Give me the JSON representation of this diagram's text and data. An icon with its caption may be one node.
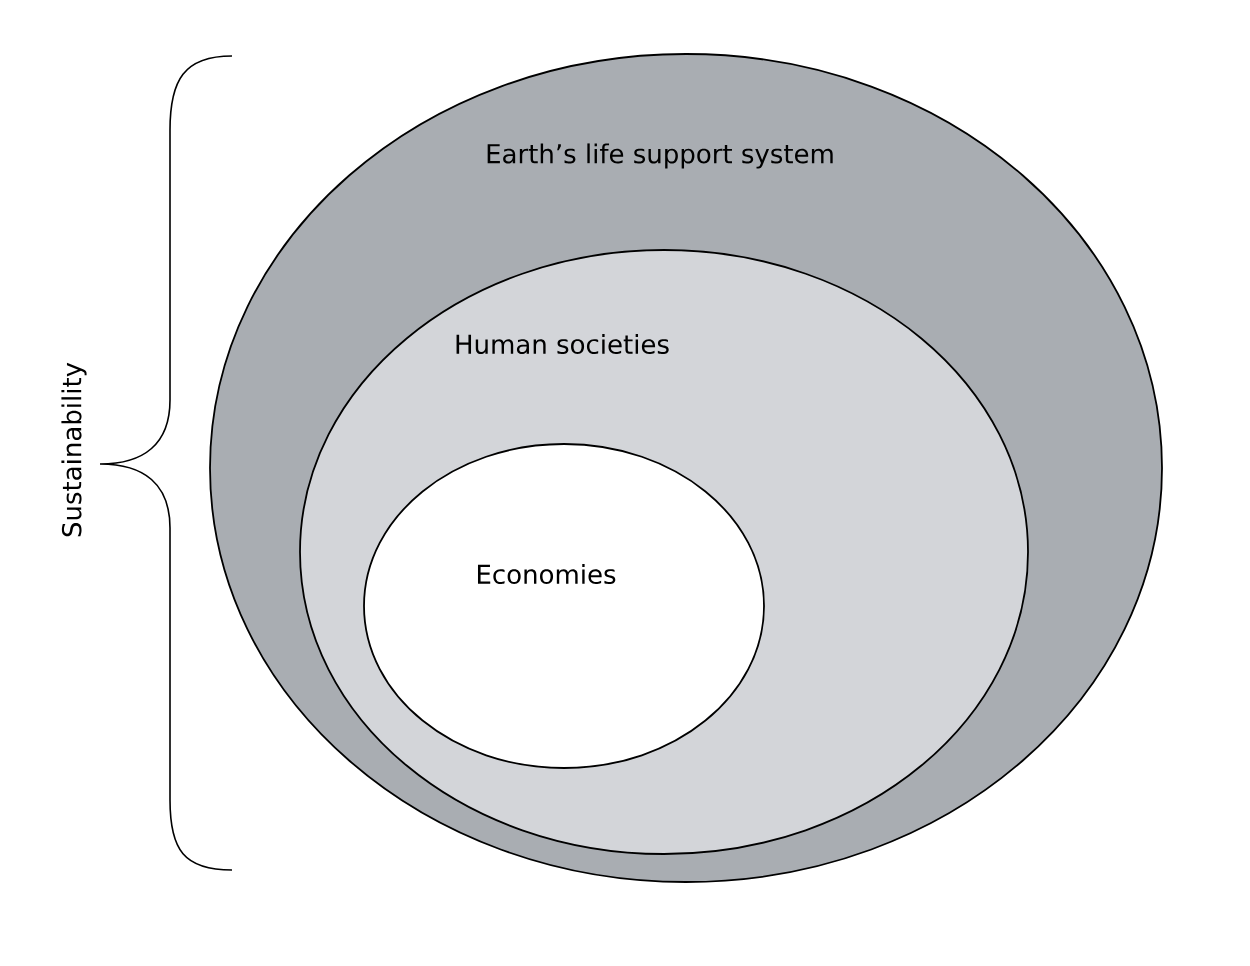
{
  "diagram": {
    "nodes": [
      {
        "text": [
          "Earth’s life support system"
        ]
      },
      {
        "text": [
          "Human societies"
        ],
        "in": 0
      },
      {
        "text": [
          "Economies"
        ],
        "in": 1
      }
    ],
    "labels": [
      "Sustainability"
    ]
  }
}
